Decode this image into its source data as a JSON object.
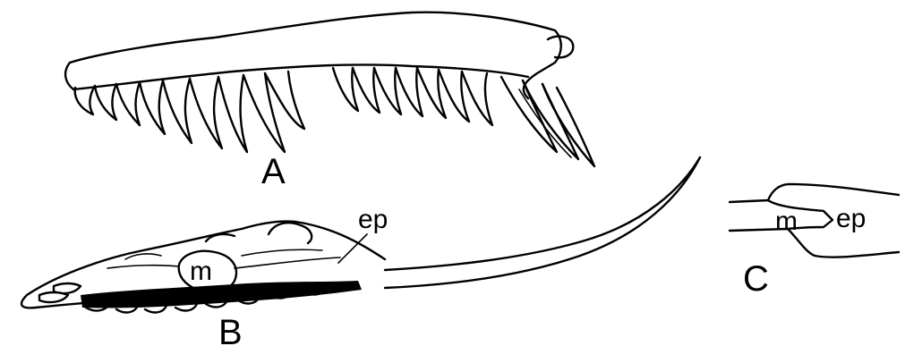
{
  "figure": {
    "panels": [
      {
        "letter": "A"
      },
      {
        "letter": "B"
      },
      {
        "letter": "C"
      }
    ],
    "labels": {
      "b_ep": "ep",
      "b_m": "m",
      "c_m": "m",
      "c_ep": "ep"
    }
  }
}
